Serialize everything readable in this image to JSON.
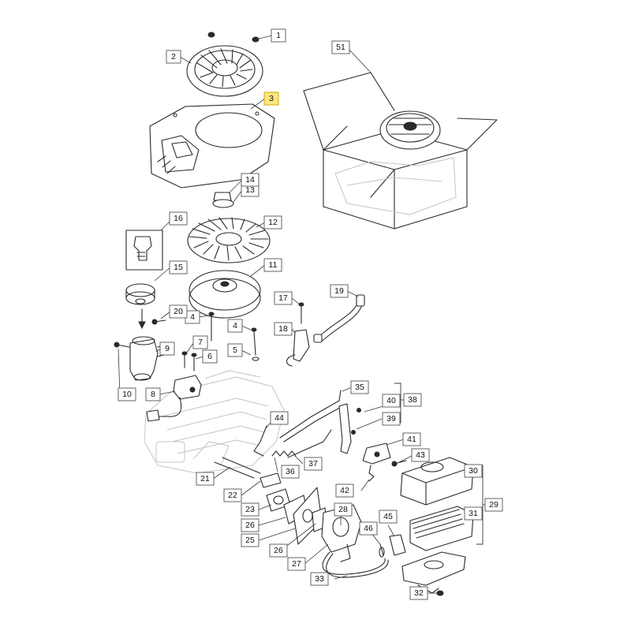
{
  "diagram": {
    "callouts": [
      {
        "id": "1",
        "label": "1"
      },
      {
        "id": "2",
        "label": "2"
      },
      {
        "id": "3",
        "label": "3",
        "highlight": true
      },
      {
        "id": "4a",
        "label": "4"
      },
      {
        "id": "4b",
        "label": "4"
      },
      {
        "id": "5",
        "label": "5"
      },
      {
        "id": "6",
        "label": "6"
      },
      {
        "id": "7",
        "label": "7"
      },
      {
        "id": "8",
        "label": "8"
      },
      {
        "id": "9",
        "label": "9"
      },
      {
        "id": "10",
        "label": "10"
      },
      {
        "id": "11",
        "label": "11"
      },
      {
        "id": "12",
        "label": "12"
      },
      {
        "id": "13",
        "label": "13"
      },
      {
        "id": "14",
        "label": "14"
      },
      {
        "id": "15",
        "label": "15"
      },
      {
        "id": "16",
        "label": "16"
      },
      {
        "id": "17",
        "label": "17"
      },
      {
        "id": "18",
        "label": "18"
      },
      {
        "id": "19",
        "label": "19"
      },
      {
        "id": "20",
        "label": "20"
      },
      {
        "id": "21",
        "label": "21"
      },
      {
        "id": "22",
        "label": "22"
      },
      {
        "id": "23",
        "label": "23"
      },
      {
        "id": "25",
        "label": "25"
      },
      {
        "id": "26a",
        "label": "26"
      },
      {
        "id": "26b",
        "label": "26"
      },
      {
        "id": "27",
        "label": "27"
      },
      {
        "id": "28",
        "label": "28"
      },
      {
        "id": "29",
        "label": "29"
      },
      {
        "id": "30",
        "label": "30"
      },
      {
        "id": "31",
        "label": "31"
      },
      {
        "id": "32",
        "label": "32"
      },
      {
        "id": "33",
        "label": "33"
      },
      {
        "id": "35",
        "label": "35"
      },
      {
        "id": "36",
        "label": "36"
      },
      {
        "id": "37",
        "label": "37"
      },
      {
        "id": "38",
        "label": "38"
      },
      {
        "id": "39",
        "label": "39"
      },
      {
        "id": "40",
        "label": "40"
      },
      {
        "id": "41",
        "label": "41"
      },
      {
        "id": "42",
        "label": "42"
      },
      {
        "id": "43",
        "label": "43"
      },
      {
        "id": "44",
        "label": "44"
      },
      {
        "id": "45",
        "label": "45"
      },
      {
        "id": "46",
        "label": "46"
      },
      {
        "id": "51",
        "label": "51"
      }
    ],
    "colors": {
      "line": "#2a2a2a",
      "ghost": "#c4c4c4",
      "highlight": "#ffe680"
    }
  }
}
